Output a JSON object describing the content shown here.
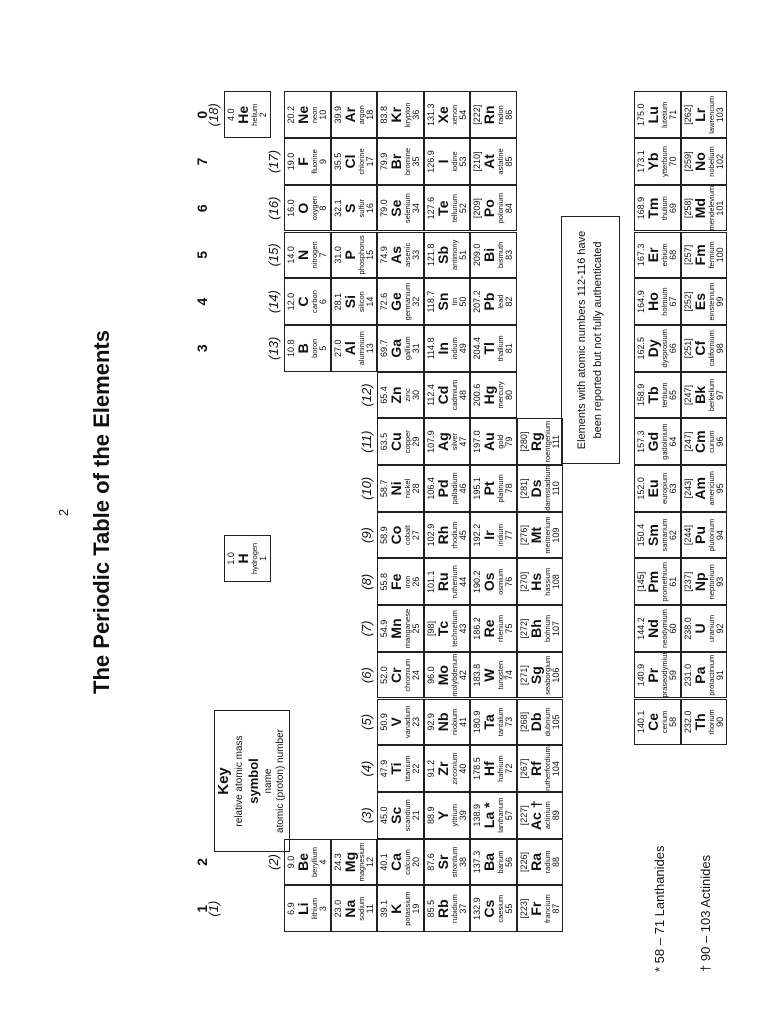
{
  "page_number": "2",
  "title": "The Periodic Table of the Elements",
  "periods": [
    "1",
    "2",
    "3",
    "4",
    "5",
    "6",
    "7",
    "0"
  ],
  "group_labels": [
    "(1)",
    "(2)",
    "(3)",
    "(4)",
    "(5)",
    "(6)",
    "(7)",
    "(8)",
    "(9)",
    "(10)",
    "(11)",
    "(12)",
    "(13)",
    "(14)",
    "(15)",
    "(16)",
    "(17)",
    "(18)"
  ],
  "key": {
    "title": "Key",
    "line1": "relative atomic mass",
    "line2": "symbol",
    "line3": "name",
    "line4": "atomic (proton) number"
  },
  "note": "Elements with atomic numbers 112-116 have been reported but not fully authenticated",
  "lanthanides_label": "* 58 – 71  Lanthanides",
  "actinides_label": "† 90 – 103  Actinides",
  "elements": [
    {
      "m": "1.0",
      "s": "H",
      "n": "hydrogen",
      "z": "1",
      "r": 0,
      "c": 7.5
    },
    {
      "m": "4.0",
      "s": "He",
      "n": "helium",
      "z": "2",
      "r": 0,
      "c": 17
    },
    {
      "m": "6.9",
      "s": "Li",
      "n": "lithium",
      "z": "3",
      "r": 1,
      "c": 0
    },
    {
      "m": "9.0",
      "s": "Be",
      "n": "beryllium",
      "z": "4",
      "r": 1,
      "c": 1
    },
    {
      "m": "10.8",
      "s": "B",
      "n": "boron",
      "z": "5",
      "r": 1,
      "c": 12
    },
    {
      "m": "12.0",
      "s": "C",
      "n": "carbon",
      "z": "6",
      "r": 1,
      "c": 13
    },
    {
      "m": "14.0",
      "s": "N",
      "n": "nitrogen",
      "z": "7",
      "r": 1,
      "c": 14
    },
    {
      "m": "16.0",
      "s": "O",
      "n": "oxygen",
      "z": "8",
      "r": 1,
      "c": 15
    },
    {
      "m": "19.0",
      "s": "F",
      "n": "fluorine",
      "z": "9",
      "r": 1,
      "c": 16
    },
    {
      "m": "20.2",
      "s": "Ne",
      "n": "neon",
      "z": "10",
      "r": 1,
      "c": 17
    },
    {
      "m": "23.0",
      "s": "Na",
      "n": "sodium",
      "z": "11",
      "r": 2,
      "c": 0
    },
    {
      "m": "24.3",
      "s": "Mg",
      "n": "magnesium",
      "z": "12",
      "r": 2,
      "c": 1
    },
    {
      "m": "27.0",
      "s": "Al",
      "n": "aluminium",
      "z": "13",
      "r": 2,
      "c": 12
    },
    {
      "m": "28.1",
      "s": "Si",
      "n": "silicon",
      "z": "14",
      "r": 2,
      "c": 13
    },
    {
      "m": "31.0",
      "s": "P",
      "n": "phosphorus",
      "z": "15",
      "r": 2,
      "c": 14
    },
    {
      "m": "32.1",
      "s": "S",
      "n": "sulfur",
      "z": "16",
      "r": 2,
      "c": 15
    },
    {
      "m": "35.5",
      "s": "Cl",
      "n": "chlorine",
      "z": "17",
      "r": 2,
      "c": 16
    },
    {
      "m": "39.9",
      "s": "Ar",
      "n": "argon",
      "z": "18",
      "r": 2,
      "c": 17
    },
    {
      "m": "39.1",
      "s": "K",
      "n": "potassium",
      "z": "19",
      "r": 3,
      "c": 0
    },
    {
      "m": "40.1",
      "s": "Ca",
      "n": "calcium",
      "z": "20",
      "r": 3,
      "c": 1
    },
    {
      "m": "45.0",
      "s": "Sc",
      "n": "scandium",
      "z": "21",
      "r": 3,
      "c": 2
    },
    {
      "m": "47.9",
      "s": "Ti",
      "n": "titanium",
      "z": "22",
      "r": 3,
      "c": 3
    },
    {
      "m": "50.9",
      "s": "V",
      "n": "vanadium",
      "z": "23",
      "r": 3,
      "c": 4
    },
    {
      "m": "52.0",
      "s": "Cr",
      "n": "chromium",
      "z": "24",
      "r": 3,
      "c": 5
    },
    {
      "m": "54.9",
      "s": "Mn",
      "n": "manganese",
      "z": "25",
      "r": 3,
      "c": 6
    },
    {
      "m": "55.8",
      "s": "Fe",
      "n": "iron",
      "z": "26",
      "r": 3,
      "c": 7
    },
    {
      "m": "58.9",
      "s": "Co",
      "n": "cobalt",
      "z": "27",
      "r": 3,
      "c": 8
    },
    {
      "m": "58.7",
      "s": "Ni",
      "n": "nickel",
      "z": "28",
      "r": 3,
      "c": 9
    },
    {
      "m": "63.5",
      "s": "Cu",
      "n": "copper",
      "z": "29",
      "r": 3,
      "c": 10
    },
    {
      "m": "65.4",
      "s": "Zn",
      "n": "zinc",
      "z": "30",
      "r": 3,
      "c": 11
    },
    {
      "m": "69.7",
      "s": "Ga",
      "n": "gallium",
      "z": "31",
      "r": 3,
      "c": 12
    },
    {
      "m": "72.6",
      "s": "Ge",
      "n": "germanium",
      "z": "32",
      "r": 3,
      "c": 13
    },
    {
      "m": "74.9",
      "s": "As",
      "n": "arsenic",
      "z": "33",
      "r": 3,
      "c": 14
    },
    {
      "m": "79.0",
      "s": "Se",
      "n": "selenium",
      "z": "34",
      "r": 3,
      "c": 15
    },
    {
      "m": "79.9",
      "s": "Br",
      "n": "bromine",
      "z": "35",
      "r": 3,
      "c": 16
    },
    {
      "m": "83.8",
      "s": "Kr",
      "n": "krypton",
      "z": "36",
      "r": 3,
      "c": 17
    },
    {
      "m": "85.5",
      "s": "Rb",
      "n": "rubidium",
      "z": "37",
      "r": 4,
      "c": 0
    },
    {
      "m": "87.6",
      "s": "Sr",
      "n": "strontium",
      "z": "38",
      "r": 4,
      "c": 1
    },
    {
      "m": "88.9",
      "s": "Y",
      "n": "yttrium",
      "z": "39",
      "r": 4,
      "c": 2
    },
    {
      "m": "91.2",
      "s": "Zr",
      "n": "zirconium",
      "z": "40",
      "r": 4,
      "c": 3
    },
    {
      "m": "92.9",
      "s": "Nb",
      "n": "niobium",
      "z": "41",
      "r": 4,
      "c": 4
    },
    {
      "m": "96.0",
      "s": "Mo",
      "n": "molybdenum",
      "z": "42",
      "r": 4,
      "c": 5
    },
    {
      "m": "[98]",
      "s": "Tc",
      "n": "technetium",
      "z": "43",
      "r": 4,
      "c": 6
    },
    {
      "m": "101.1",
      "s": "Ru",
      "n": "ruthenium",
      "z": "44",
      "r": 4,
      "c": 7
    },
    {
      "m": "102.9",
      "s": "Rh",
      "n": "rhodium",
      "z": "45",
      "r": 4,
      "c": 8
    },
    {
      "m": "106.4",
      "s": "Pd",
      "n": "palladium",
      "z": "46",
      "r": 4,
      "c": 9
    },
    {
      "m": "107.9",
      "s": "Ag",
      "n": "silver",
      "z": "47",
      "r": 4,
      "c": 10
    },
    {
      "m": "112.4",
      "s": "Cd",
      "n": "cadmium",
      "z": "48",
      "r": 4,
      "c": 11
    },
    {
      "m": "114.8",
      "s": "In",
      "n": "indium",
      "z": "49",
      "r": 4,
      "c": 12
    },
    {
      "m": "118.7",
      "s": "Sn",
      "n": "tin",
      "z": "50",
      "r": 4,
      "c": 13
    },
    {
      "m": "121.8",
      "s": "Sb",
      "n": "antimony",
      "z": "51",
      "r": 4,
      "c": 14
    },
    {
      "m": "127.6",
      "s": "Te",
      "n": "tellurium",
      "z": "52",
      "r": 4,
      "c": 15
    },
    {
      "m": "126.9",
      "s": "I",
      "n": "iodine",
      "z": "53",
      "r": 4,
      "c": 16
    },
    {
      "m": "131.3",
      "s": "Xe",
      "n": "xenon",
      "z": "54",
      "r": 4,
      "c": 17
    },
    {
      "m": "132.9",
      "s": "Cs",
      "n": "caesium",
      "z": "55",
      "r": 5,
      "c": 0
    },
    {
      "m": "137.3",
      "s": "Ba",
      "n": "barium",
      "z": "56",
      "r": 5,
      "c": 1
    },
    {
      "m": "138.9",
      "s": "La *",
      "n": "lanthanum",
      "z": "57",
      "r": 5,
      "c": 2
    },
    {
      "m": "178.5",
      "s": "Hf",
      "n": "hafnium",
      "z": "72",
      "r": 5,
      "c": 3
    },
    {
      "m": "180.9",
      "s": "Ta",
      "n": "tantalum",
      "z": "73",
      "r": 5,
      "c": 4
    },
    {
      "m": "183.8",
      "s": "W",
      "n": "tungsten",
      "z": "74",
      "r": 5,
      "c": 5
    },
    {
      "m": "186.2",
      "s": "Re",
      "n": "rhenium",
      "z": "75",
      "r": 5,
      "c": 6
    },
    {
      "m": "190.2",
      "s": "Os",
      "n": "osmium",
      "z": "76",
      "r": 5,
      "c": 7
    },
    {
      "m": "192.2",
      "s": "Ir",
      "n": "iridium",
      "z": "77",
      "r": 5,
      "c": 8
    },
    {
      "m": "195.1",
      "s": "Pt",
      "n": "platinum",
      "z": "78",
      "r": 5,
      "c": 9
    },
    {
      "m": "197.0",
      "s": "Au",
      "n": "gold",
      "z": "79",
      "r": 5,
      "c": 10
    },
    {
      "m": "200.6",
      "s": "Hg",
      "n": "mercury",
      "z": "80",
      "r": 5,
      "c": 11
    },
    {
      "m": "204.4",
      "s": "Tl",
      "n": "thallium",
      "z": "81",
      "r": 5,
      "c": 12
    },
    {
      "m": "207.2",
      "s": "Pb",
      "n": "lead",
      "z": "82",
      "r": 5,
      "c": 13
    },
    {
      "m": "209.0",
      "s": "Bi",
      "n": "bismuth",
      "z": "83",
      "r": 5,
      "c": 14
    },
    {
      "m": "[209]",
      "s": "Po",
      "n": "polonium",
      "z": "84",
      "r": 5,
      "c": 15
    },
    {
      "m": "[210]",
      "s": "At",
      "n": "astatine",
      "z": "85",
      "r": 5,
      "c": 16
    },
    {
      "m": "[222]",
      "s": "Rn",
      "n": "radon",
      "z": "86",
      "r": 5,
      "c": 17
    },
    {
      "m": "[223]",
      "s": "Fr",
      "n": "francium",
      "z": "87",
      "r": 6,
      "c": 0
    },
    {
      "m": "[226]",
      "s": "Ra",
      "n": "radium",
      "z": "88",
      "r": 6,
      "c": 1
    },
    {
      "m": "[227]",
      "s": "Ac †",
      "n": "actinium",
      "z": "89",
      "r": 6,
      "c": 2
    },
    {
      "m": "[267]",
      "s": "Rf",
      "n": "rutherfordium",
      "z": "104",
      "r": 6,
      "c": 3
    },
    {
      "m": "[268]",
      "s": "Db",
      "n": "dubnium",
      "z": "105",
      "r": 6,
      "c": 4
    },
    {
      "m": "[271]",
      "s": "Sg",
      "n": "seaborgium",
      "z": "106",
      "r": 6,
      "c": 5
    },
    {
      "m": "[272]",
      "s": "Bh",
      "n": "bohrium",
      "z": "107",
      "r": 6,
      "c": 6
    },
    {
      "m": "[270]",
      "s": "Hs",
      "n": "hassium",
      "z": "108",
      "r": 6,
      "c": 7
    },
    {
      "m": "[276]",
      "s": "Mt",
      "n": "meitnerium",
      "z": "109",
      "r": 6,
      "c": 8
    },
    {
      "m": "[281]",
      "s": "Ds",
      "n": "darmstadtium",
      "z": "110",
      "r": 6,
      "c": 9
    },
    {
      "m": "[280]",
      "s": "Rg",
      "n": "roentgenium",
      "z": "111",
      "r": 6,
      "c": 10
    }
  ],
  "lanthanides": [
    {
      "m": "140.1",
      "s": "Ce",
      "n": "cerium",
      "z": "58"
    },
    {
      "m": "140.9",
      "s": "Pr",
      "n": "praseodymium",
      "z": "59"
    },
    {
      "m": "144.2",
      "s": "Nd",
      "n": "neodymium",
      "z": "60"
    },
    {
      "m": "[145]",
      "s": "Pm",
      "n": "promethium",
      "z": "61"
    },
    {
      "m": "150.4",
      "s": "Sm",
      "n": "samarium",
      "z": "62"
    },
    {
      "m": "152.0",
      "s": "Eu",
      "n": "europium",
      "z": "63"
    },
    {
      "m": "157.3",
      "s": "Gd",
      "n": "gadolinium",
      "z": "64"
    },
    {
      "m": "158.9",
      "s": "Tb",
      "n": "terbium",
      "z": "65"
    },
    {
      "m": "162.5",
      "s": "Dy",
      "n": "dysprosium",
      "z": "66"
    },
    {
      "m": "164.9",
      "s": "Ho",
      "n": "holmium",
      "z": "67"
    },
    {
      "m": "167.3",
      "s": "Er",
      "n": "erbium",
      "z": "68"
    },
    {
      "m": "168.9",
      "s": "Tm",
      "n": "thulium",
      "z": "69"
    },
    {
      "m": "173.1",
      "s": "Yb",
      "n": "ytterbium",
      "z": "70"
    },
    {
      "m": "175.0",
      "s": "Lu",
      "n": "lutetium",
      "z": "71"
    }
  ],
  "actinides": [
    {
      "m": "232.0",
      "s": "Th",
      "n": "thorium",
      "z": "90"
    },
    {
      "m": "231.0",
      "s": "Pa",
      "n": "protactinium",
      "z": "91"
    },
    {
      "m": "238.0",
      "s": "U",
      "n": "uranium",
      "z": "92"
    },
    {
      "m": "[237]",
      "s": "Np",
      "n": "neptunium",
      "z": "93"
    },
    {
      "m": "[244]",
      "s": "Pu",
      "n": "plutonium",
      "z": "94"
    },
    {
      "m": "[243]",
      "s": "Am",
      "n": "americium",
      "z": "95"
    },
    {
      "m": "[247]",
      "s": "Cm",
      "n": "curium",
      "z": "96"
    },
    {
      "m": "[247]",
      "s": "Bk",
      "n": "berkelium",
      "z": "97"
    },
    {
      "m": "[251]",
      "s": "Cf",
      "n": "californium",
      "z": "98"
    },
    {
      "m": "[252]",
      "s": "Es",
      "n": "einsteinium",
      "z": "99"
    },
    {
      "m": "[257]",
      "s": "Fm",
      "n": "fermium",
      "z": "100"
    },
    {
      "m": "[258]",
      "s": "Md",
      "n": "mendelevium",
      "z": "101"
    },
    {
      "m": "[259]",
      "s": "No",
      "n": "nobelium",
      "z": "102"
    },
    {
      "m": "[262]",
      "s": "Lr",
      "n": "lawrencium",
      "z": "103"
    }
  ]
}
